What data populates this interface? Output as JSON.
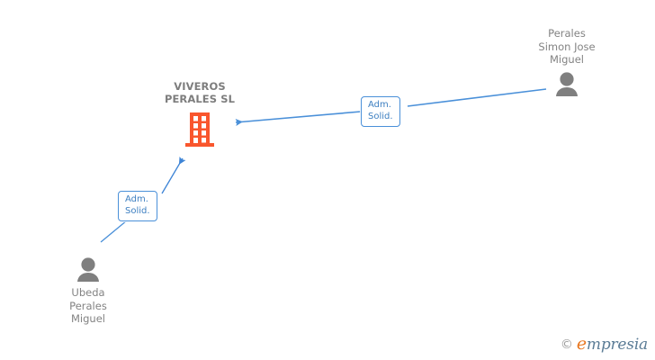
{
  "graph": {
    "company": {
      "name": "VIVEROS\nPERALES SL",
      "icon": "building-icon",
      "color": "#f9562d"
    },
    "persons": [
      {
        "id": "perales-simon-jose-miguel",
        "name": "Perales\nSimon Jose\nMiguel",
        "icon": "person-icon",
        "color": "#7f7f7f",
        "position": "top-right"
      },
      {
        "id": "ubeda-perales-miguel",
        "name": "Ubeda\nPerales\nMiguel",
        "icon": "person-icon",
        "color": "#7f7f7f",
        "position": "bottom-left"
      }
    ],
    "edges": [
      {
        "id": "edge-perales-simon-jose-miguel",
        "label": "Adm.\nSolid.",
        "from": "perales-simon-jose-miguel",
        "to": "viveros-perales-sl",
        "color": "#4a90d9"
      },
      {
        "id": "edge-ubeda-perales-miguel",
        "label": "Adm.\nSolid.",
        "from": "ubeda-perales-miguel",
        "to": "viveros-perales-sl",
        "color": "#4a90d9"
      }
    ]
  },
  "watermark": {
    "copyright": "©",
    "brand_first": "e",
    "brand_rest": "mpresia"
  }
}
